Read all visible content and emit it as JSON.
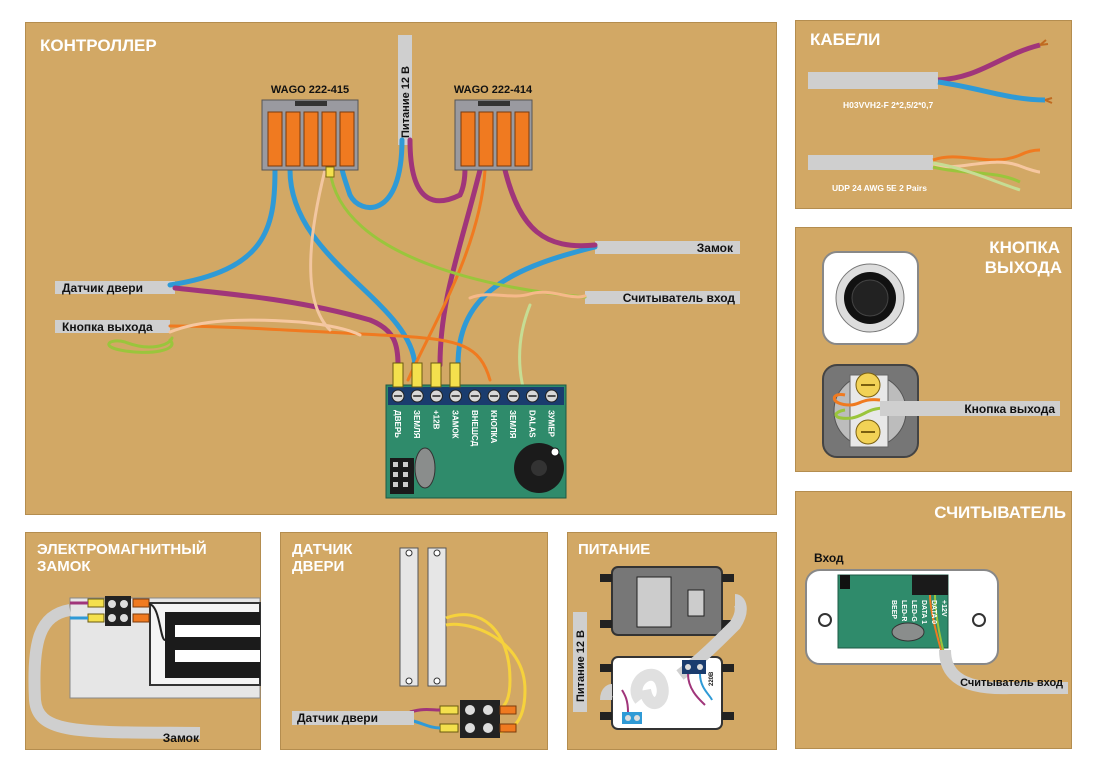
{
  "controller": {
    "title": "КОНТРОЛЛЕР",
    "wago1": "WAGO 222-415",
    "wago2": "WAGO 222-414",
    "power_label": "Питание 12 В",
    "lock_label": "Замок",
    "reader_label": "Считыватель вход",
    "door_sensor_label": "Датчик двери",
    "exit_button_label": "Кнопка выхода",
    "terminals": [
      "ДВЕРЬ",
      "ЗЕМЛЯ",
      "+12В",
      "ЗАМОК",
      "ВНЕШСД",
      "КНОПКА",
      "ЗЕМЛЯ",
      "DALAS",
      "ЗУМЕР"
    ]
  },
  "cables": {
    "title": "КАБЕЛИ",
    "cable1": "H03VVH2-F  2*2,5/2*0,7",
    "cable2": "UDP 24 AWG 5E 2 Pairs"
  },
  "exit_button": {
    "title_line1": "КНОПКА",
    "title_line2": "ВЫХОДА",
    "label": "Кнопка выхода"
  },
  "reader": {
    "title": "СЧИТЫВАТЕЛЬ",
    "entry": "Вход",
    "label": "Считыватель вход",
    "pins": [
      "+12V",
      "DATA 0",
      "DATA 1",
      "LED-G",
      "LED-R",
      "BEEP"
    ]
  },
  "lock": {
    "title_line1": "ЭЛЕКТРОМАГНИТНЫЙ",
    "title_line2": "ЗАМОК",
    "label": "Замок"
  },
  "door_sensor": {
    "title_line1": "ДАТЧИК",
    "title_line2": "ДВЕРИ",
    "label": "Датчик двери"
  },
  "power": {
    "title": "ПИТАНИЕ",
    "label": "Питание 12 В",
    "terminal_label": "220В"
  },
  "colors": {
    "panel": "#d2a865",
    "blue_wire": "#2f9ad6",
    "purple_wire": "#a0357a",
    "orange_wire": "#f07a20",
    "green_wire": "#9ac53c",
    "board": "#2f8b6b"
  }
}
